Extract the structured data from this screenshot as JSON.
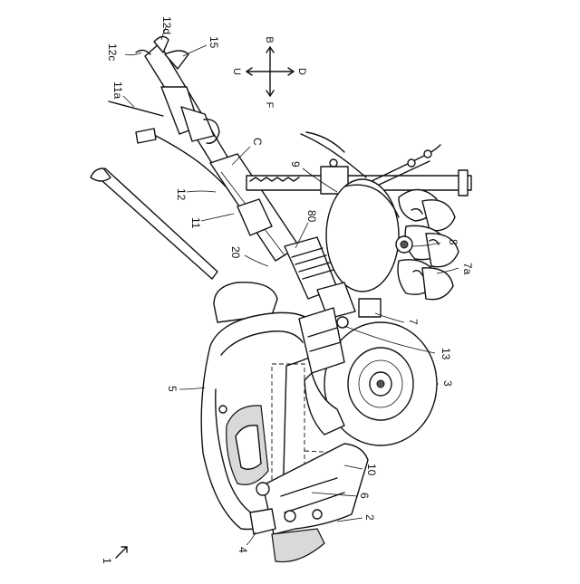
{
  "figure": {
    "direction_labels": {
      "up": "B",
      "down": "F",
      "left": "U",
      "right": "D"
    },
    "ref_labels": {
      "r1": "1",
      "r2": "2",
      "r3": "3",
      "r4": "4",
      "r5": "5",
      "r6": "6",
      "r7": "7",
      "r7a": "7a",
      "r8": "8",
      "r9": "9",
      "r10": "10",
      "r11": "11",
      "r11a": "11a",
      "r12": "12",
      "r12c": "12c",
      "r12d": "12d",
      "r13": "13",
      "r15": "15",
      "r20": "20",
      "r80": "80",
      "rC": "C"
    }
  }
}
